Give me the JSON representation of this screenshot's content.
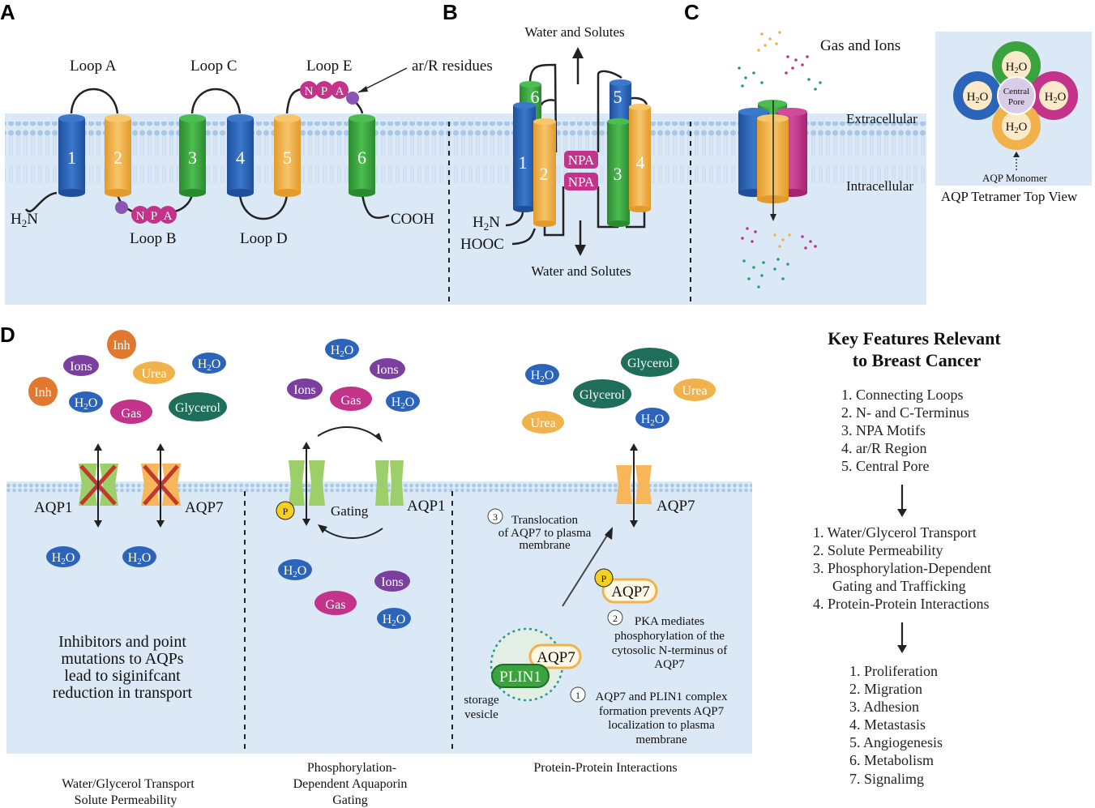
{
  "panels": {
    "a": "A",
    "b": "B",
    "c": "C",
    "d": "D"
  },
  "panel_a": {
    "loops": [
      "Loop A",
      "Loop C",
      "Loop E",
      "Loop B",
      "Loop D"
    ],
    "ar_residues": "ar/R residues",
    "helices": [
      "1",
      "2",
      "3",
      "4",
      "5",
      "6"
    ],
    "npa": [
      "N",
      "P",
      "A"
    ],
    "n_term_main": "H",
    "n_term_sub": "2",
    "n_term_end": "N",
    "c_term": "COOH"
  },
  "panel_b": {
    "top_label": "Water and Solutes",
    "bottom_label": "Water and Solutes",
    "helices": [
      "6",
      "5",
      "1",
      "2",
      "3",
      "4"
    ],
    "npa": "NPA",
    "n_term_main": "H",
    "n_term_sub": "2",
    "n_term_end": "N",
    "c_term": "HOOC"
  },
  "panel_c": {
    "gas_ions": "Gas and Ions",
    "extracellular": "Extracellular",
    "intracellular": "Intracellular",
    "top_view_title": "AQP Tetramer Top View",
    "monomer_label": "AQP Monomer",
    "central_pore_1": "Central",
    "central_pore_2": "Pore",
    "water_main": "H",
    "water_sub": "2",
    "water_end": "O"
  },
  "panel_d": {
    "molecules": {
      "inh": "Inh",
      "ions": "Ions",
      "urea": "Urea",
      "gas": "Gas",
      "glycerol": "Glycerol",
      "water_main": "H",
      "water_sub": "2",
      "water_end": "O",
      "p": "P"
    },
    "sub1": {
      "aqp1": "AQP1",
      "aqp7": "AQP7",
      "text": [
        "Inhibitors and point",
        "mutations to AQPs",
        "lead to siginifcant",
        "reduction in transport"
      ],
      "caption": [
        "Water/Glycerol Transport",
        "Solute Permeability"
      ]
    },
    "sub2": {
      "gating": "Gating",
      "aqp1": "AQP1",
      "caption": [
        "Phosphorylation-",
        "Dependent Aquaporin",
        "Gating"
      ]
    },
    "sub3": {
      "aqp7": "AQP7",
      "plin1": "PLIN1",
      "step3_num": "3",
      "step3": [
        "Translocation",
        "of AQP7 to plasma",
        "membrane"
      ],
      "step2_num": "2",
      "step2": [
        "PKA mediates",
        "phosphorylation of the",
        "cytosolic N-terminus of",
        "AQP7"
      ],
      "step1_num": "1",
      "step1": [
        "AQP7 and PLIN1 complex",
        "formation prevents AQP7",
        "localization to plasma",
        "membrane"
      ],
      "storage": [
        "storage",
        "vesicle"
      ],
      "caption": [
        "Protein-Protein Interactions"
      ]
    }
  },
  "key_features": {
    "title": [
      "Key Features Relevant",
      "to Breast Cancer"
    ],
    "list1": [
      "1. Connecting Loops",
      "2. N- and C-Terminus",
      "3. NPA Motifs",
      "4. ar/R Region",
      "5. Central Pore"
    ],
    "list2": [
      "1. Water/Glycerol Transport",
      "2. Solute Permeability",
      "3. Phosphorylation-Dependent",
      "Gating and Trafficking",
      "4. Protein-Protein Interactions"
    ],
    "list3": [
      "1. Proliferation",
      "2. Migration",
      "3. Adhesion",
      "4. Metastasis",
      "5. Angiogenesis",
      "6. Metabolism",
      "7. Signalimg"
    ]
  },
  "colors": {
    "blue": "#2b64b8",
    "orange": "#f2b24b",
    "green": "#3aa33e",
    "magenta": "#c3338a",
    "purple": "#7b3fa0",
    "teal": "#1f6e5a",
    "membrane_bg": "#dbe8f5",
    "lipid_head": "#a9c8e8"
  }
}
